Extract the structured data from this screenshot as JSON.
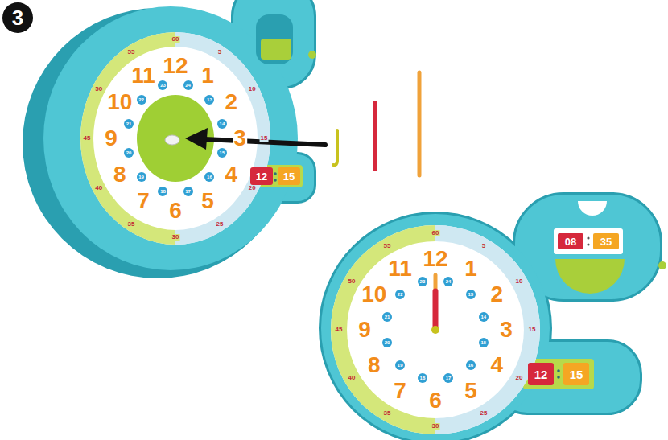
{
  "diagram": {
    "nodes": [
      {
        "text": [
          "3"
        ]
      },
      {
        "text": [
          "12"
        ]
      },
      {
        "text": [
          "15"
        ]
      },
      {
        "text": [
          "08"
        ]
      },
      {
        "text": [
          "35"
        ]
      },
      {
        "text": [
          "12"
        ]
      },
      {
        "text": [
          "15"
        ]
      }
    ],
    "labels": [
      "12",
      "1",
      "2",
      "3",
      "4",
      "5",
      "6",
      "7",
      "8",
      "9",
      "10",
      "11",
      "60",
      "5",
      "10",
      "15",
      "20",
      "25",
      "30",
      "35",
      "40",
      "45",
      "50",
      "55",
      "24",
      "13",
      "14",
      "15",
      "16",
      "17",
      "18",
      "19",
      "20",
      "21",
      "22",
      "23",
      "12",
      "1",
      "2",
      "3",
      "4",
      "5",
      "6",
      "7",
      "8",
      "9",
      "10",
      "11",
      "60",
      "5",
      "10",
      "15",
      "20",
      "25",
      "30",
      "35",
      "40",
      "45",
      "50",
      "55",
      "24",
      "13",
      "14",
      "15",
      "16",
      "17",
      "18",
      "19",
      "20",
      "21",
      "22",
      "23"
    ]
  }
}
